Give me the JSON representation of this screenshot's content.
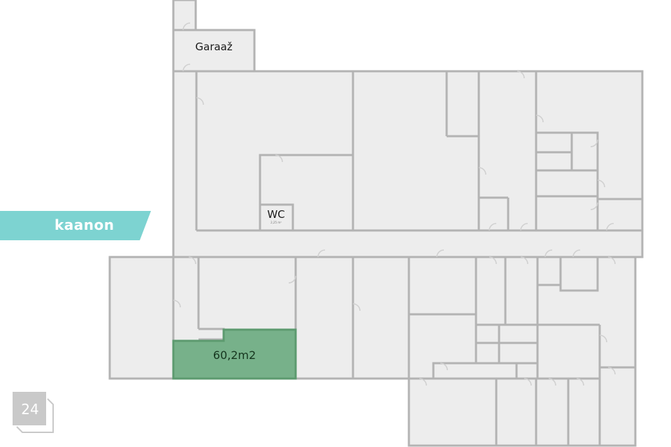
{
  "brand": {
    "name": "kaanon",
    "color": "#7dd3d1"
  },
  "page": {
    "number": "24"
  },
  "rooms": {
    "garage": "Garaaž",
    "wc": "WC",
    "wc_area": "2,25 m²",
    "highlighted_unit_area": "60,2m2"
  },
  "colors": {
    "floor": "#ededed",
    "wall": "#b3b3b3",
    "highlight": "#77b18a",
    "highlight_wall": "#5c9a6f",
    "badge": "#c9c9c9"
  }
}
